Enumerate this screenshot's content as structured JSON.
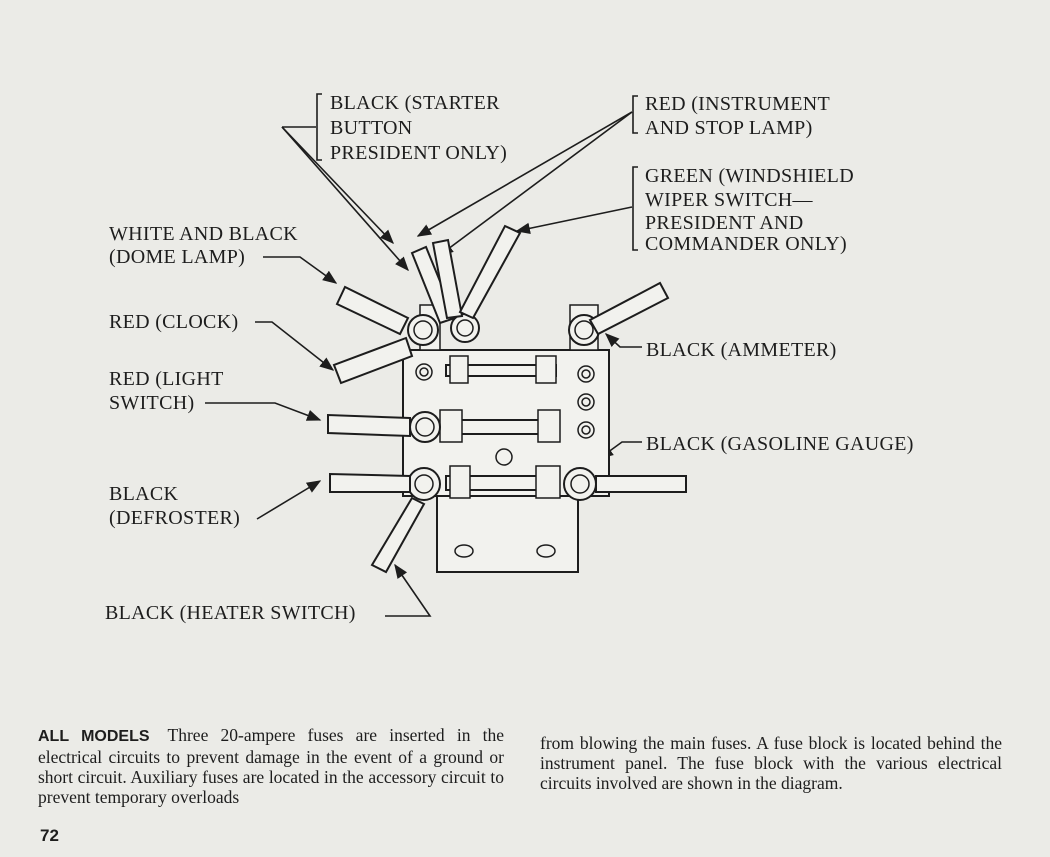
{
  "labels": {
    "black_starter": [
      "BLACK (STARTER",
      "BUTTON",
      "PRESIDENT ONLY)"
    ],
    "red_instrument": [
      "RED (INSTRUMENT",
      "AND STOP LAMP)"
    ],
    "green_wiper": [
      "GREEN (WINDSHIELD",
      "WIPER SWITCH—",
      "PRESIDENT AND",
      "COMMANDER ONLY)"
    ],
    "white_black": [
      "WHITE AND BLACK",
      "(DOME LAMP)"
    ],
    "red_clock": "RED (CLOCK)",
    "black_ammeter": "BLACK (AMMETER)",
    "red_light": [
      "RED (LIGHT",
      "SWITCH)"
    ],
    "black_gasoline": "BLACK (GASOLINE GAUGE)",
    "black_defroster": [
      "BLACK",
      "(DEFROSTER)"
    ],
    "black_heater": "BLACK (HEATER SWITCH)"
  },
  "text": {
    "lead": "ALL MODELS",
    "col1": "Three 20-ampere fuses are inserted in the electrical circuits to prevent damage in the event of a ground or short circuit. Auxiliary fuses are located in the accessory circuit to prevent temporary overloads",
    "col2": "from blowing the main fuses. A fuse block is located behind the instrument panel. The fuse block with the various electrical circuits involved are shown in the diagram."
  },
  "page_number": "72"
}
